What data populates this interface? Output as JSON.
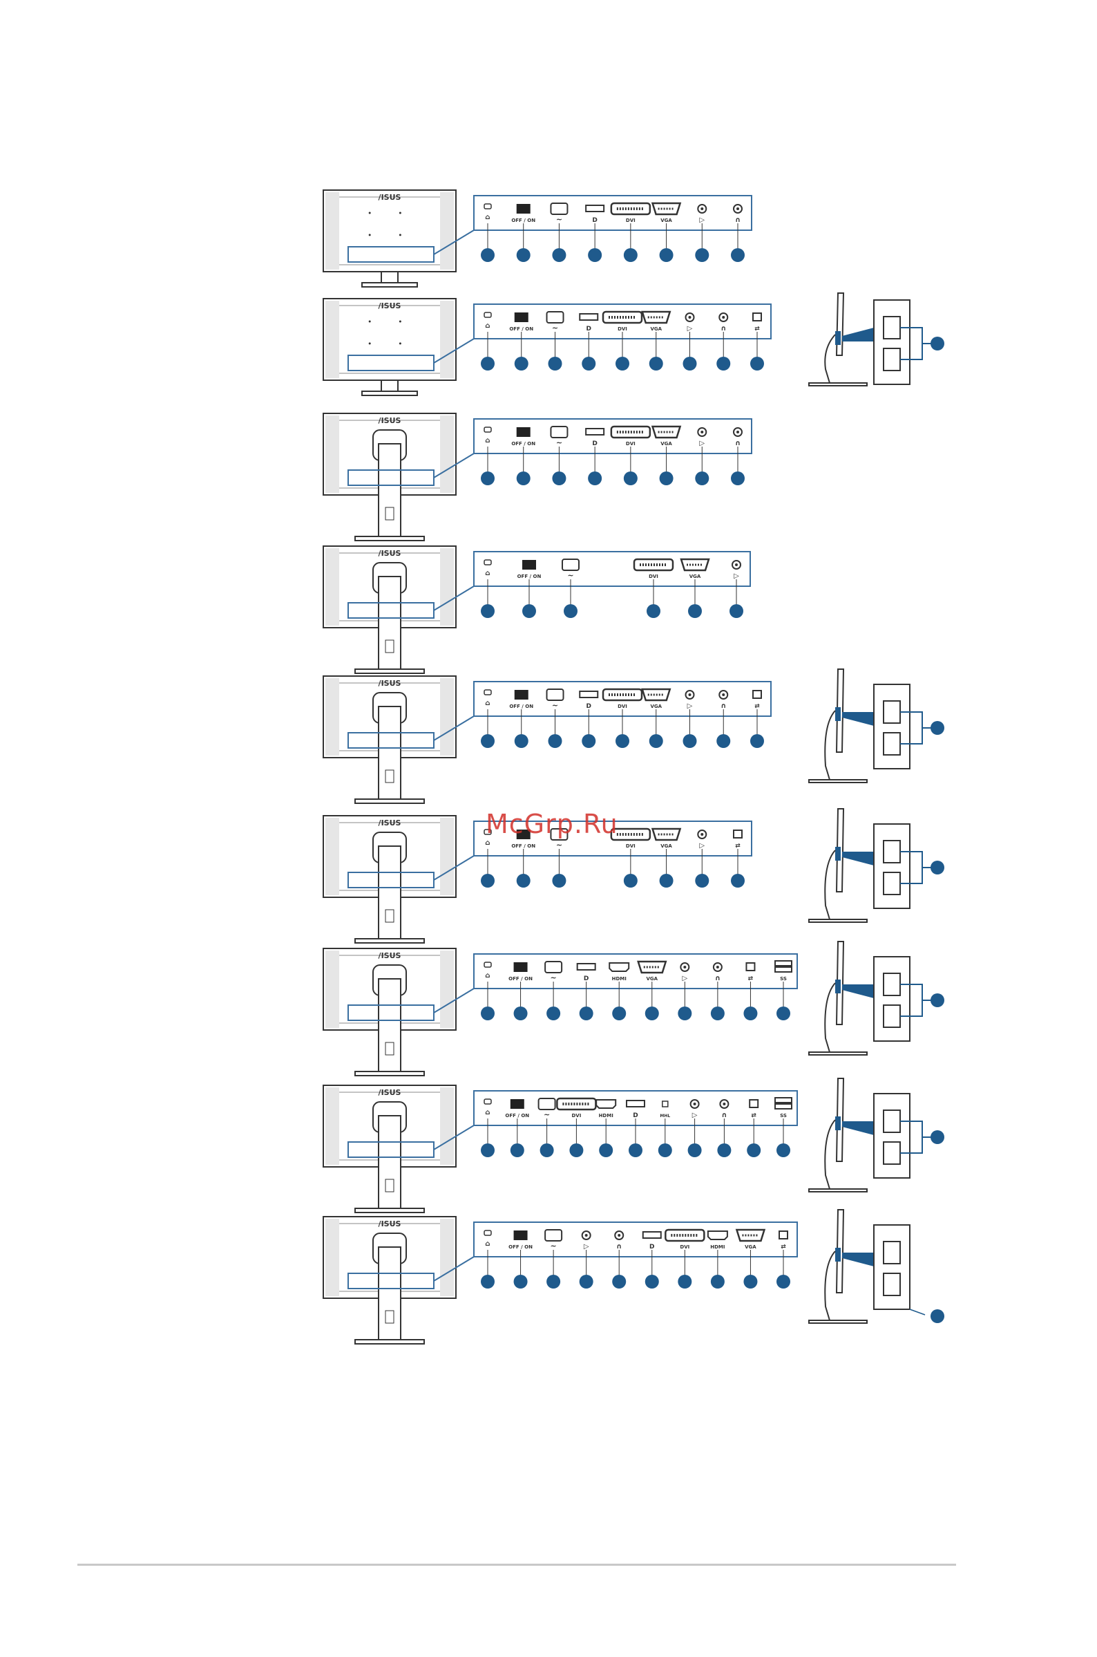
{
  "watermark": "McGrp.Ru",
  "brand": "/ISUS",
  "colors": {
    "accent": "#1f5a8c",
    "line": "#333333",
    "frame": "#3a6fa0"
  },
  "icons": {
    "lock": "kensington-lock-icon",
    "power": "power-switch-icon",
    "ac": "ac-power-icon",
    "headphone": "headphone-icon",
    "audio_in": "audio-in-icon",
    "usb": "usb-icon",
    "displayport": "displayport-icon"
  },
  "labels": {
    "off_on": "OFF / ON",
    "ac": "~",
    "dvi": "DVI",
    "vga": "VGA",
    "hdmi": "HDMI",
    "mhl": "MHL",
    "dp": "D",
    "ss": "SS"
  },
  "rows": [
    {
      "stand": "short",
      "ports": [
        "lock",
        "power",
        "ac",
        "dp",
        "dvi",
        "vga",
        "audioin",
        "headphone"
      ],
      "callouts": 8,
      "side": false
    },
    {
      "stand": "short",
      "ports": [
        "lock",
        "power",
        "ac",
        "dp",
        "dvi",
        "vga",
        "audioin",
        "headphone",
        "usb"
      ],
      "callouts": 9,
      "side": "short"
    },
    {
      "stand": "tall",
      "ports": [
        "lock",
        "power",
        "ac",
        "dp",
        "dvi",
        "vga",
        "audioin",
        "headphone"
      ],
      "callouts": 8,
      "side": false
    },
    {
      "stand": "tall",
      "ports": [
        "lock",
        "power",
        "ac",
        "gap",
        "dvi",
        "vga",
        "audioin"
      ],
      "callouts": 6,
      "side": false
    },
    {
      "stand": "tall",
      "ports": [
        "lock",
        "power",
        "ac",
        "dp",
        "dvi",
        "vga",
        "audioin",
        "headphone",
        "usb"
      ],
      "callouts": 9,
      "side": "tall"
    },
    {
      "stand": "tall",
      "ports": [
        "lock",
        "power",
        "ac",
        "gap",
        "dvi",
        "vga",
        "audioin",
        "usb"
      ],
      "callouts": 7,
      "side": "tall"
    },
    {
      "stand": "tall",
      "ports": [
        "lock",
        "power",
        "ac",
        "dp",
        "hdmi",
        "vga",
        "audioin",
        "headphone",
        "usb",
        "usb3"
      ],
      "callouts": 10,
      "side": "tall"
    },
    {
      "stand": "tall",
      "ports": [
        "lock",
        "power",
        "ac",
        "dvi",
        "hdmi",
        "dp",
        "mhl",
        "audioin",
        "headphone",
        "usb",
        "usb3"
      ],
      "callouts": 11,
      "side": "tall"
    },
    {
      "stand": "tall",
      "ports": [
        "lock",
        "power",
        "ac",
        "audioin",
        "headphone",
        "dp",
        "dvi",
        "hdmi",
        "vga",
        "usb"
      ],
      "callouts": 10,
      "side": "tall-plain"
    }
  ]
}
